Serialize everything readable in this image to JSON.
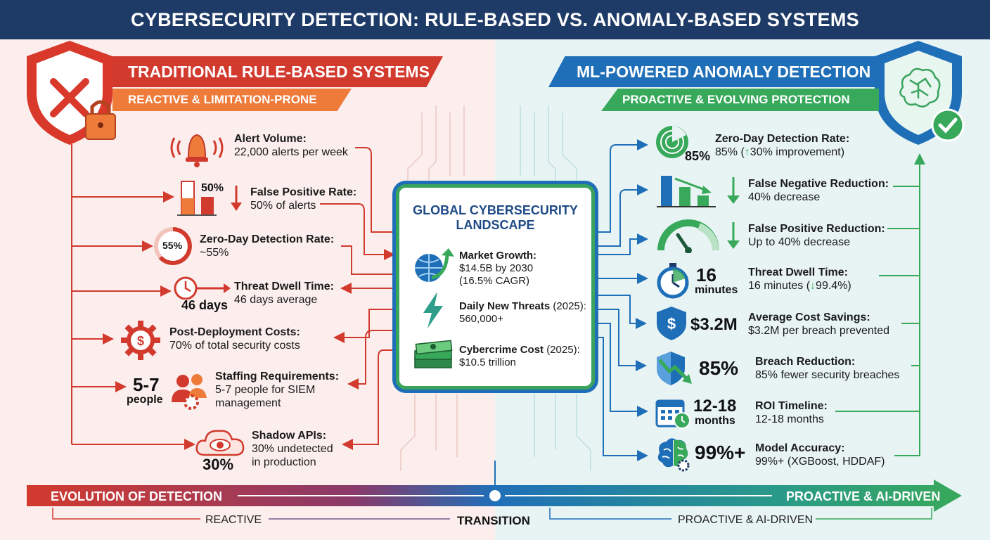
{
  "title": "CYBERSECURITY DETECTION: RULE-BASED VS. ANOMALY-BASED SYSTEMS",
  "left": {
    "heading": "TRADITIONAL RULE-BASED SYSTEMS",
    "subheading": "REACTIVE & LIMITATION-PRONE",
    "items": [
      {
        "label": "Alert Volume:",
        "value": "22,000 alerts per week"
      },
      {
        "label": "False Positive Rate:",
        "value": "50% of alerts",
        "figure": "50%"
      },
      {
        "label": "Zero-Day Detection Rate:",
        "value": "~55%",
        "figure": "55%"
      },
      {
        "label": "Threat Dwell Time:",
        "value": "46 days average",
        "figure": "46 days"
      },
      {
        "label": "Post-Deployment Costs:",
        "value": "70% of total security costs",
        "figure": "$"
      },
      {
        "label": "Staffing Requirements:",
        "value": "5-7 people for SIEM",
        "value2": "management",
        "figure": "5-7",
        "figure2": "people"
      },
      {
        "label": "Shadow APIs:",
        "value": "30% undetected",
        "value2": "in production",
        "figure": "30%"
      }
    ]
  },
  "center": {
    "title_line1": "GLOBAL CYBERSECURITY",
    "title_line2": "LANDSCAPE",
    "items": [
      {
        "label": "Market Growth:",
        "value": "$14.5B by 2030",
        "value2": "(16.5% CAGR)"
      },
      {
        "label": "Daily New Threats",
        "label_suffix": " (2025):",
        "value": "560,000+"
      },
      {
        "label": "Cybercrime Cost",
        "label_suffix": " (2025):",
        "value": "$10.5 trillion"
      }
    ]
  },
  "right": {
    "heading": "ML-POWERED ANOMALY DETECTION",
    "subheading": "PROACTIVE & EVOLVING PROTECTION",
    "items": [
      {
        "label": "Zero-Day Detection Rate:",
        "value_pre": "85% (",
        "arrow": "↑",
        "value_post": "30% improvement)",
        "figure": "85%"
      },
      {
        "label": "False Negative Reduction:",
        "value": "40% decrease"
      },
      {
        "label": "False Positive Reduction:",
        "value": "Up to 40% decrease"
      },
      {
        "label": "Threat Dwell Time:",
        "value_pre": "16 minutes (",
        "arrow": "↓",
        "value_post": "99.4%)",
        "figure": "16",
        "figure2": "minutes"
      },
      {
        "label": "Average Cost Savings:",
        "value": "$3.2M per breach prevented",
        "figure": "$3.2M",
        "icon_text": "$"
      },
      {
        "label": "Breach Reduction:",
        "value": "85% fewer security breaches",
        "figure": "85%"
      },
      {
        "label": "ROI Timeline:",
        "value": "12-18 months",
        "figure": "12-18",
        "figure2": "months"
      },
      {
        "label": "Model Accuracy:",
        "value": "99%+ (XGBoost, HDDAF)",
        "figure": "99%+"
      }
    ]
  },
  "evolution": {
    "left_label": "EVOLUTION OF DETECTION",
    "right_label": "PROACTIVE & AI-DRIVEN",
    "axis_left": "REACTIVE",
    "axis_mid": "TRANSITION",
    "axis_right": "PROACTIVE & AI-DRIVEN"
  },
  "colors": {
    "red": "#d23a2e",
    "orange": "#ee7b3a",
    "blue": "#1f6fb8",
    "green": "#38a85a",
    "navy": "#1e3a66"
  }
}
